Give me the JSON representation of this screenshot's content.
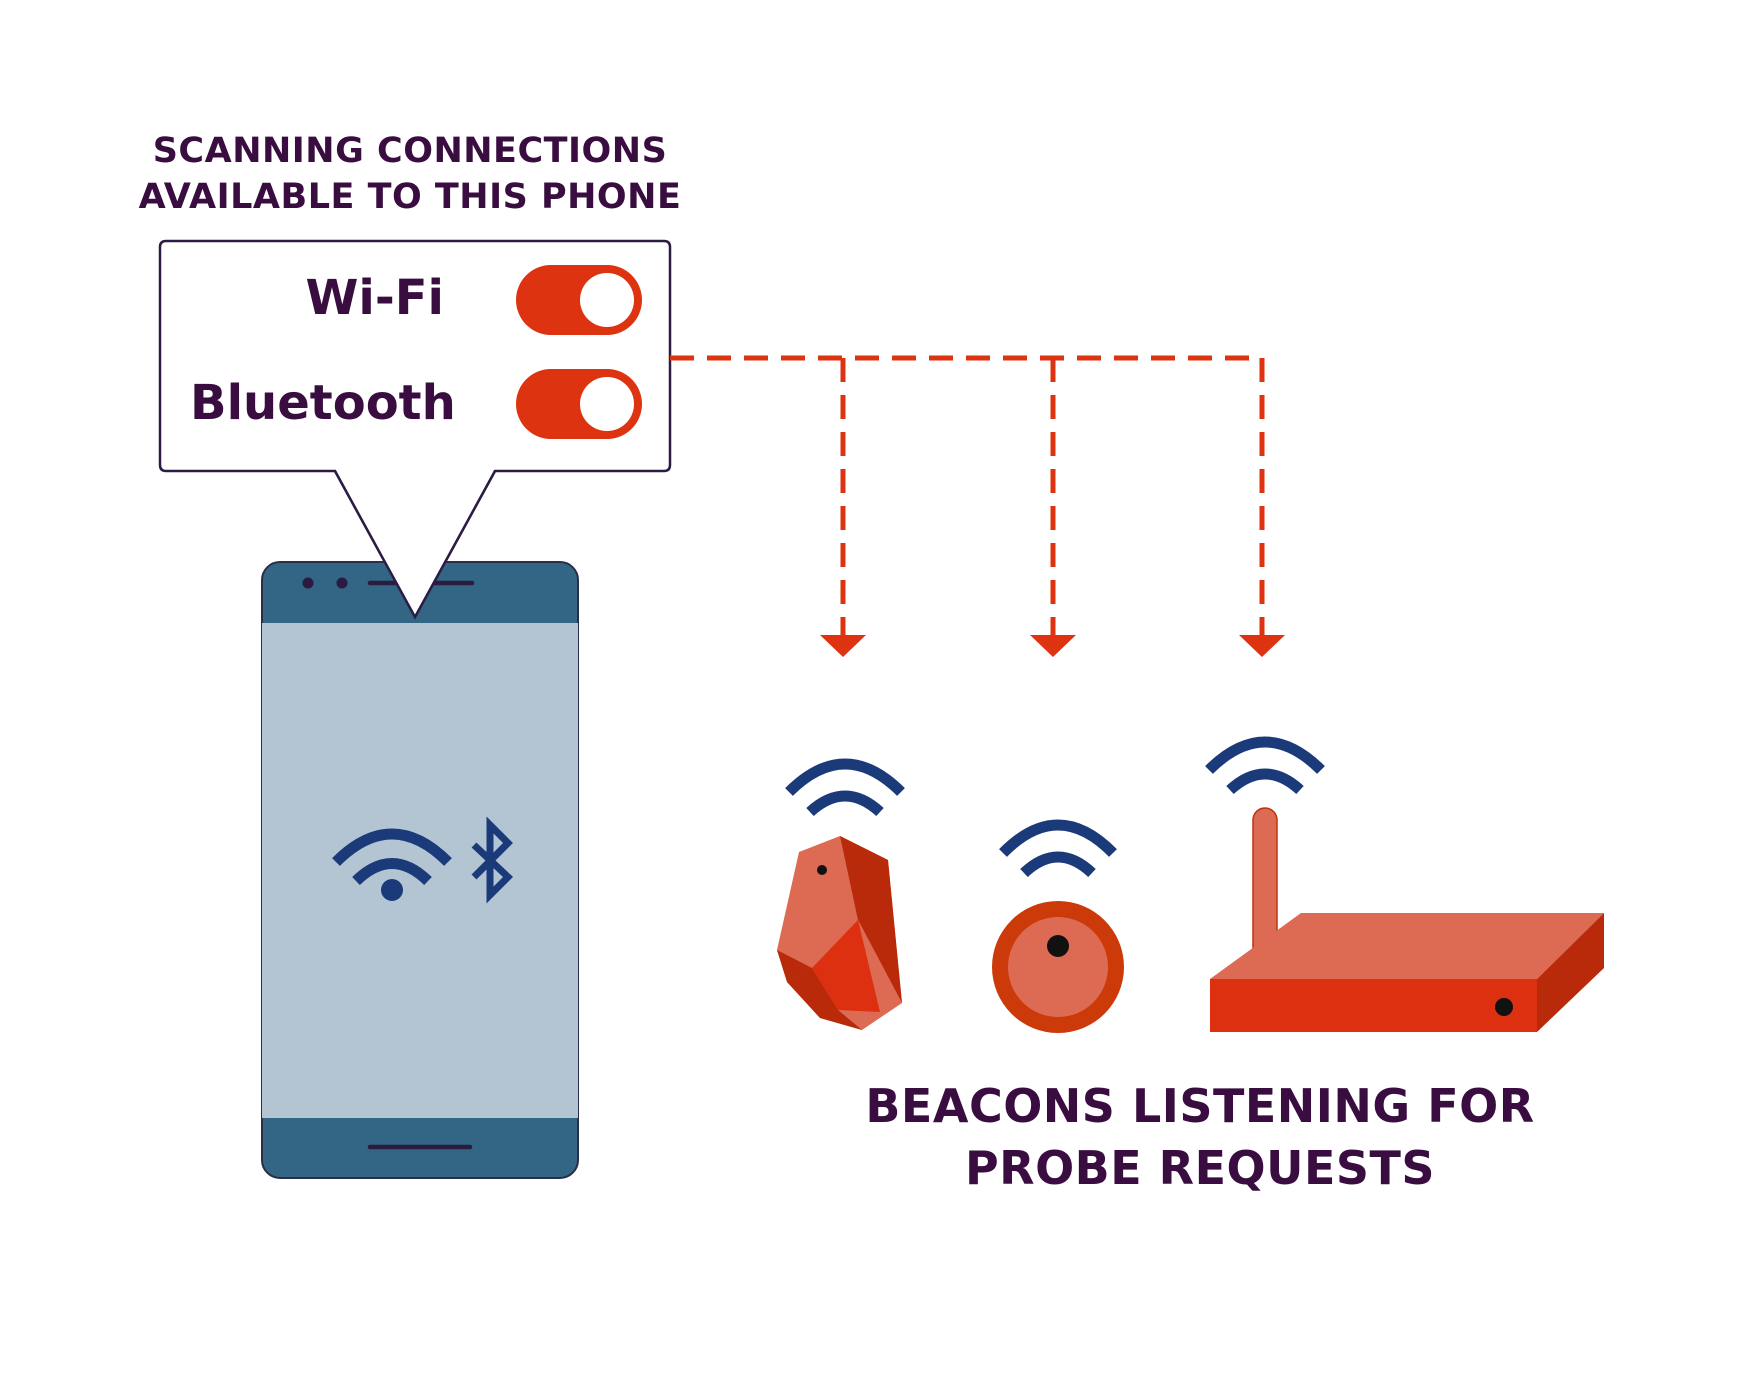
{
  "labels": {
    "scan_heading_line1": "SCANNING CONNECTIONS",
    "scan_heading_line2": "AVAILABLE TO THIS PHONE",
    "beacons_heading_line1": "BEACONS LISTENING FOR",
    "beacons_heading_line2": "PROBE REQUESTS"
  },
  "toggles": [
    {
      "label": "Wi-Fi",
      "state": "on"
    },
    {
      "label": "Bluetooth",
      "state": "on"
    }
  ],
  "icons": {
    "phone_status": [
      "wifi-icon",
      "bluetooth-icon"
    ],
    "beacons": [
      "estimote-beacon",
      "round-beacon",
      "wifi-router"
    ]
  },
  "colors": {
    "text": "#3a0d40",
    "accent": "#dd3311",
    "toggle_on": "#dd3311",
    "phone_frame": "#336584",
    "phone_screen": "#b3c5d2",
    "signal": "#1b3a7a",
    "device_light": "#dd6a52",
    "device_dark": "#b82a0a",
    "device_mid": "#dd3010"
  }
}
